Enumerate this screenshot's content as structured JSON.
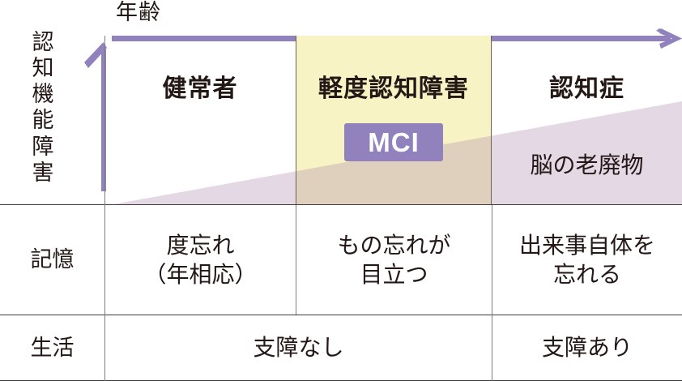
{
  "axes": {
    "x_label": "年齢",
    "y_label_chars": [
      "認",
      "知",
      "機",
      "能",
      "障",
      "害"
    ],
    "arrow_color": "#9182bd"
  },
  "stages": {
    "normal": {
      "title": "健常者"
    },
    "mci": {
      "title": "軽度認知障害",
      "badge": "MCI",
      "band_color": "#f7f3c4",
      "badge_color": "#9182bd"
    },
    "dementia": {
      "title": "認知症"
    }
  },
  "overlay": {
    "waste_label": "脳の老廃物",
    "waste_color": "#e9dfe9"
  },
  "table": {
    "rows": [
      {
        "label": "記憶",
        "cells": [
          {
            "line1": "度忘れ",
            "line2": "（年相応）"
          },
          {
            "line1": "もの忘れが",
            "line2": "目立つ"
          },
          {
            "line1": "出来事自体を",
            "line2": "忘れる"
          }
        ]
      },
      {
        "label": "生活",
        "cells": [
          {
            "line1": "支障なし"
          },
          {
            "line1": "支障あり"
          }
        ]
      }
    ]
  }
}
